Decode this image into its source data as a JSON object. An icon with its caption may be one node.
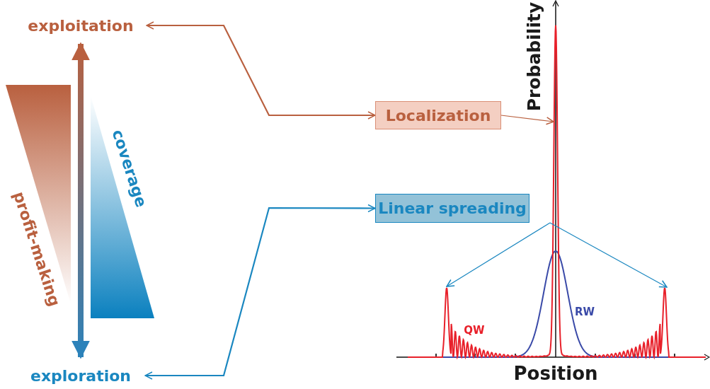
{
  "diagram": {
    "nodes": [
      {
        "text": [
          "exploitation"
        ]
      },
      {
        "text": [
          "exploration"
        ]
      },
      {
        "text": [
          "Localization"
        ]
      },
      {
        "text": [
          "Linear spreading"
        ]
      }
    ],
    "edges": [
      {
        "from": 2,
        "to": 0,
        "arrow": "both",
        "color": "#b9603f"
      },
      {
        "from": 3,
        "to": 1,
        "arrow": "both",
        "color": "#1a87c0"
      },
      {
        "from": 2,
        "to": null,
        "arrow": "to",
        "color": "#b9603f"
      },
      {
        "from": 3,
        "to": null,
        "arrow": "to",
        "color": "#1a87c0"
      },
      {
        "from": 3,
        "to": null,
        "arrow": "to",
        "color": "#1a87c0"
      },
      {
        "from": 0,
        "to": 1,
        "arrow": "both",
        "style": "thick"
      }
    ],
    "labels": [
      "profit-making",
      "coverage",
      "Probability",
      "QW",
      "RW",
      "Position"
    ]
  }
}
